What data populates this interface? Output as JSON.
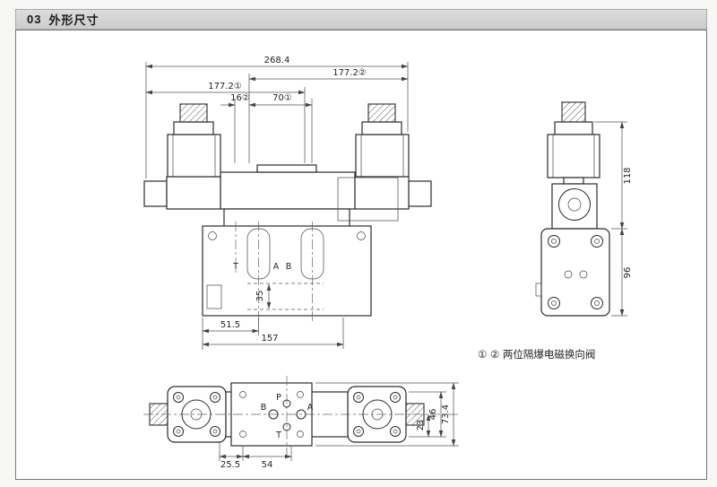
{
  "header": {
    "number": "03",
    "title": "外形尺寸"
  },
  "note": "① ② 两位隔爆电磁换向阀",
  "front": {
    "overall": "268.4",
    "w2": "177.2②",
    "w1": "177.2①",
    "d16": "16②",
    "d70": "70①",
    "d35": "35",
    "d515": "51.5",
    "d157": "157",
    "pT": "T",
    "pA": "A",
    "pB": "B"
  },
  "side": {
    "h118": "118",
    "h96": "96"
  },
  "plan": {
    "d255": "25.5",
    "d54": "54",
    "d23": "23",
    "d46": "46",
    "d734": "73.4",
    "pP": "P",
    "pA": "A",
    "pB": "B",
    "pT": "T"
  }
}
